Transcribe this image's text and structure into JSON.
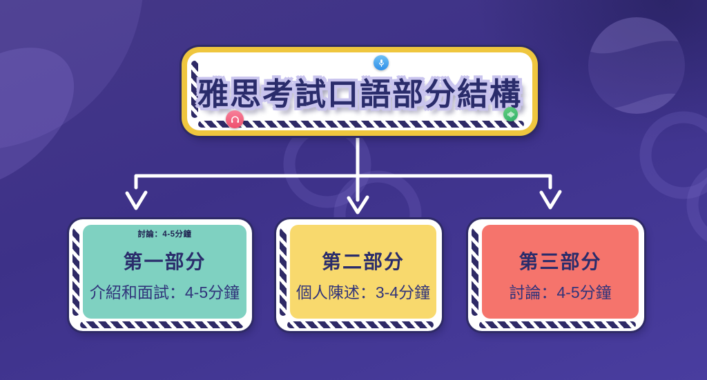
{
  "header": {
    "title": "雅思考試口語部分結構",
    "icons": [
      {
        "name": "microphone-icon",
        "color": "#3f9bed"
      },
      {
        "name": "headphones-icon",
        "color": "#ef5872"
      },
      {
        "name": "soundwave-icon",
        "color": "#3fba71"
      }
    ]
  },
  "cards": [
    {
      "title": "第一部分",
      "subtitle": "介紹和面試：4-5分鐘",
      "note": "討論：4-5分鐘",
      "fill": "#7fd1c1"
    },
    {
      "title": "第二部分",
      "subtitle": "個人陳述：3-4分鐘",
      "fill": "#f8d96d"
    },
    {
      "title": "第三部分",
      "subtitle": "討論：4-5分鐘",
      "fill": "#f5746c"
    }
  ],
  "colors": {
    "background": "#3e3290",
    "outline": "#2e2a66",
    "header_border": "#efc63e",
    "text": "#2a2c6b",
    "arrow": "#ffffff"
  }
}
